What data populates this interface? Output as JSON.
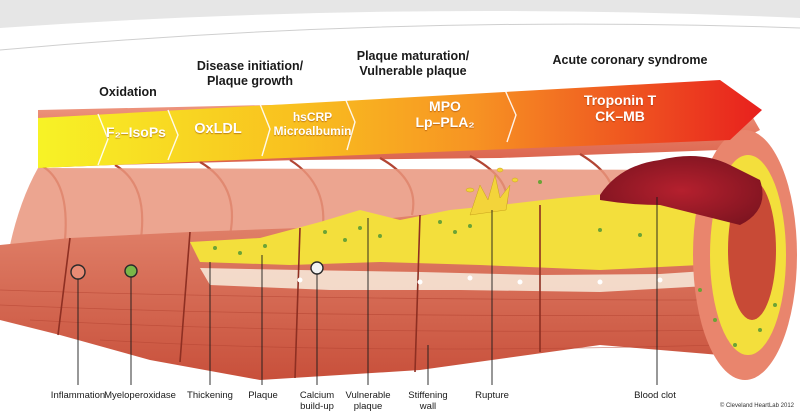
{
  "stages": [
    {
      "id": "oxidation",
      "title": "Oxidation"
    },
    {
      "id": "initiation",
      "title": "Disease initiation/\nPlaque growth"
    },
    {
      "id": "maturation",
      "title": "Plaque maturation/\nVulnerable plaque"
    },
    {
      "id": "acs",
      "title": "Acute coronary syndrome"
    }
  ],
  "markers": [
    {
      "id": "f2-isops",
      "text": "F₂–IsoPs"
    },
    {
      "id": "oxldl",
      "text": "OxLDL"
    },
    {
      "id": "hscrp",
      "text": "hsCRP\nMicroalbumin"
    },
    {
      "id": "mpo",
      "text": "MPO\nLp–PLA₂"
    },
    {
      "id": "troponin",
      "text": "Troponin T\nCK–MB"
    }
  ],
  "labels": [
    {
      "id": "inflammation",
      "text": "Inflammation"
    },
    {
      "id": "myeloperoxidase",
      "text": "Myeloperoxidase"
    },
    {
      "id": "thickening",
      "text": "Thickening"
    },
    {
      "id": "plaque",
      "text": "Plaque"
    },
    {
      "id": "calcium",
      "text": "Calcium\nbuild-up"
    },
    {
      "id": "vulnerable",
      "text": "Vulnerable\nplaque"
    },
    {
      "id": "stiffening",
      "text": "Stiffening\nwall"
    },
    {
      "id": "rupture",
      "text": "Rupture"
    },
    {
      "id": "blood-clot",
      "text": "Blood clot"
    }
  ],
  "copyright": "© Cleveland HeartLab 2012",
  "colors": {
    "arrow_start": "#f7f326",
    "arrow_mid": "#f9a51b",
    "arrow_end": "#e8201e",
    "artery_outer": "#e8826b",
    "artery_inner": "#c94f3a",
    "plaque": "#f4e041",
    "clot": "#a51e2a"
  }
}
